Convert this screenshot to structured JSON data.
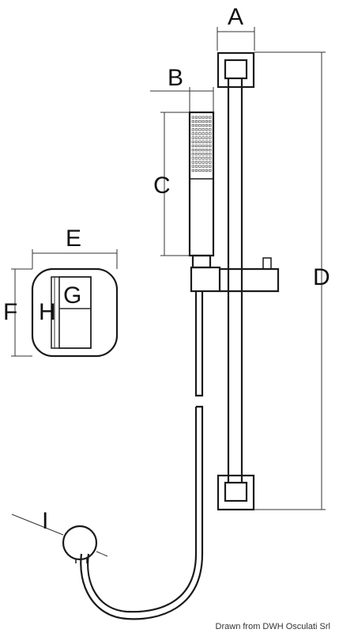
{
  "labels": {
    "a": "A",
    "b": "B",
    "c": "C",
    "d": "D",
    "e": "E",
    "f": "F",
    "g": "G",
    "h": "H",
    "i": "I"
  },
  "credit": "Drawn from DWH Osculati Srl"
}
